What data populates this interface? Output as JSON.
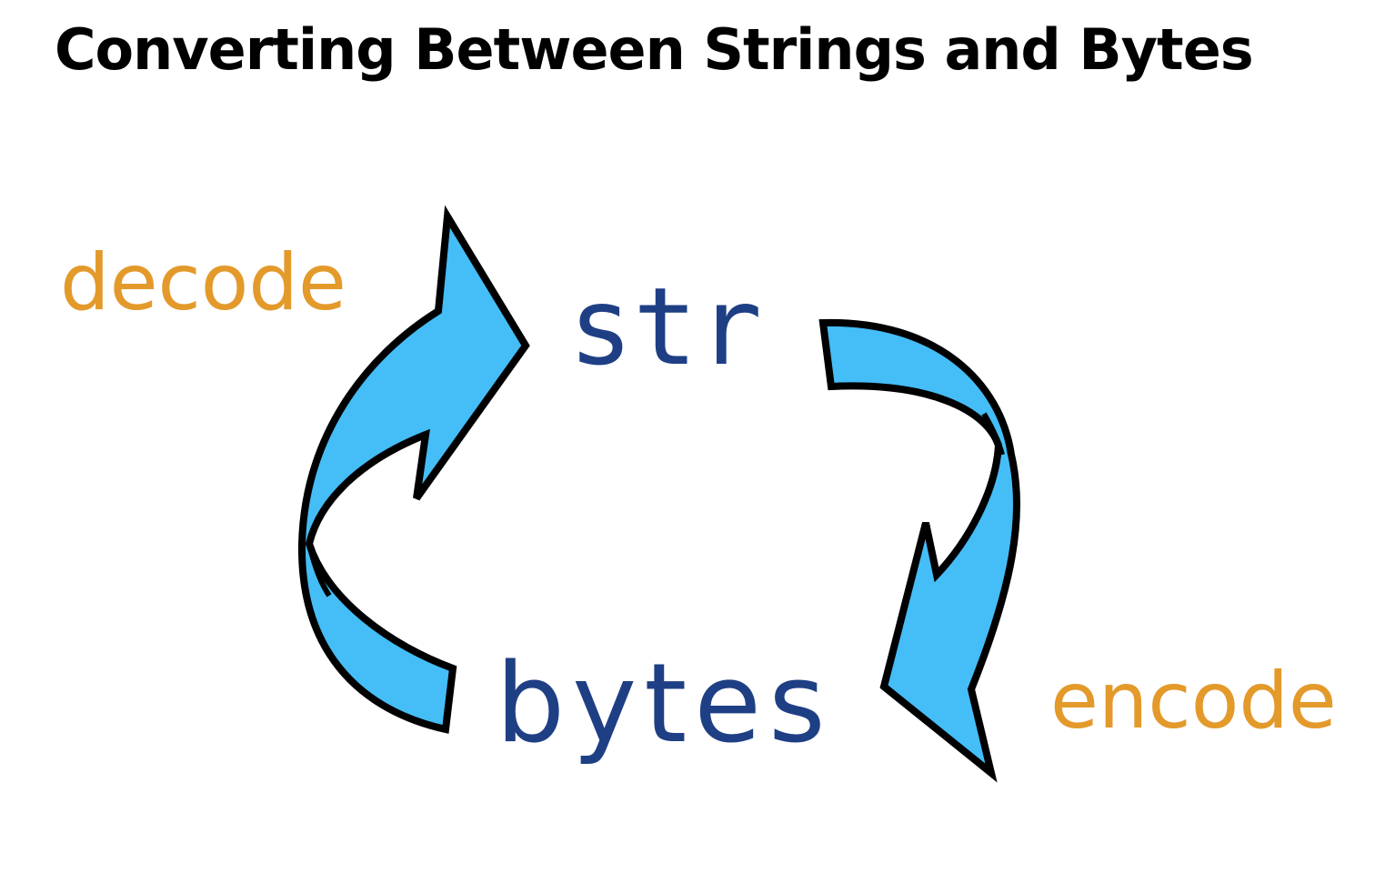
{
  "title": "Converting Between Strings and Bytes",
  "nodes": {
    "str": "str",
    "bytes": "bytes"
  },
  "operations": {
    "decode": "decode",
    "encode": "encode"
  },
  "colors": {
    "arrow_fill": "#45bdf7",
    "arrow_stroke": "#000000",
    "type_text": "#1f3f85",
    "operation_text": "#e39a2b",
    "title_text": "#000000"
  },
  "icons": {
    "decode_arrow": "curved-arrow-up-icon",
    "encode_arrow": "curved-arrow-down-icon"
  }
}
